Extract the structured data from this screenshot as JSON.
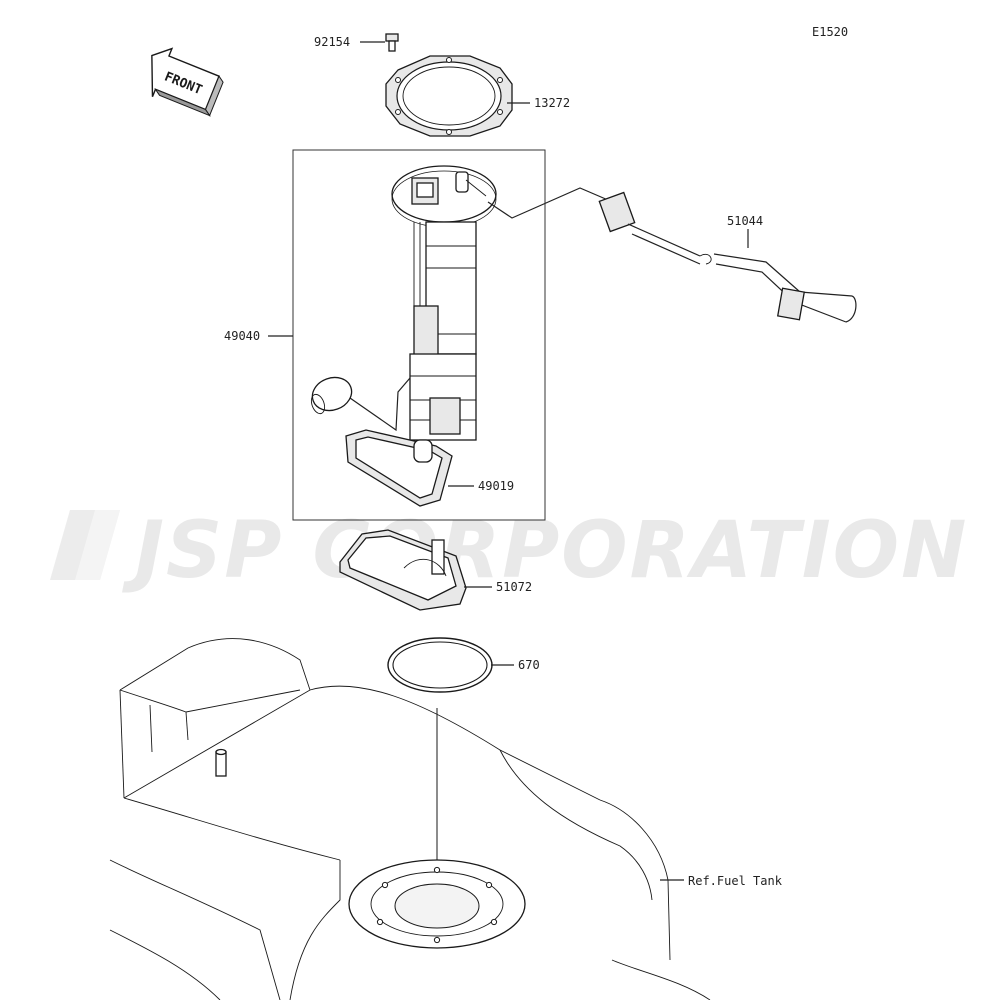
{
  "diagram_code": "E1520",
  "front_label": "FRONT",
  "watermark": "JSP CORPORATION",
  "callouts": {
    "bolt": "92154",
    "gasket_plate": "13272",
    "fuel_pump_assy": "49040",
    "hose": "51044",
    "filter": "49019",
    "bracket": "51072",
    "o_ring": "670",
    "fuel_tank_ref": "Ref.Fuel Tank"
  }
}
